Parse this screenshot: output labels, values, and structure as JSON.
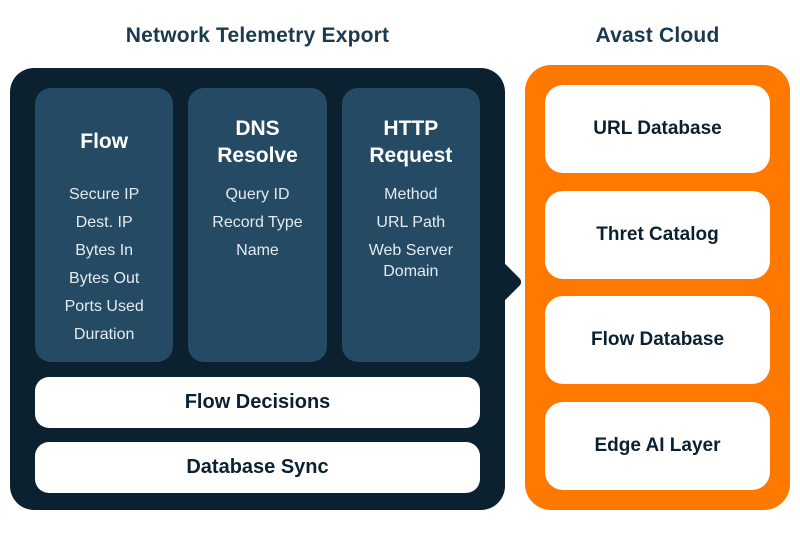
{
  "left_panel": {
    "title": "Network Telemetry Export",
    "columns": [
      {
        "heading": "Flow",
        "items": [
          "Secure IP",
          "Dest. IP",
          "Bytes In",
          "Bytes Out",
          "Ports Used",
          "Duration"
        ]
      },
      {
        "heading": "DNS Resolve",
        "items": [
          "Query ID",
          "Record Type",
          "Name"
        ]
      },
      {
        "heading": "HTTP Request",
        "items": [
          "Method",
          "URL Path",
          "Web Server Domain"
        ]
      }
    ],
    "bars": [
      "Flow Decisions",
      "Database Sync"
    ]
  },
  "right_panel": {
    "title": "Avast Cloud",
    "cards": [
      "URL Database",
      "Thret Catalog",
      "Flow Database",
      "Edge AI Layer"
    ]
  },
  "colors": {
    "background": "#ffffff",
    "dark_navy_box": "#0c2130",
    "slate_column": "#254a63",
    "brand_orange": "#ff7800",
    "title_text": "#1b3a50",
    "light_item_text": "#e3eaf0"
  }
}
